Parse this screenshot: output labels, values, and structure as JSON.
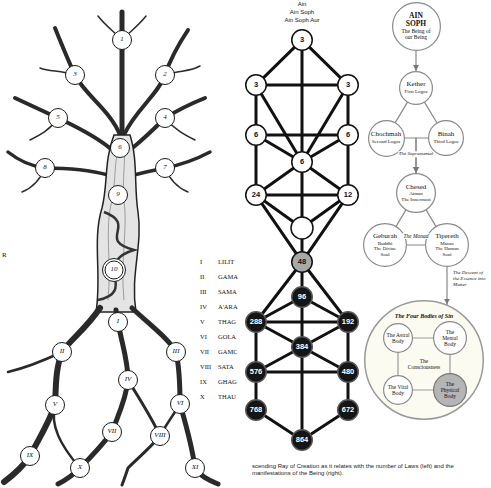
{
  "diagram": {
    "caption": "scending Ray of Creation as it relates with the number of Laws (left) and the manifestations of the Being (right).",
    "nodes": [
      {
        "text": [
          "1"
        ]
      },
      {
        "text": [
          "3"
        ]
      },
      {
        "text": [
          "2"
        ]
      },
      {
        "text": [
          "5"
        ]
      },
      {
        "text": [
          "4"
        ]
      },
      {
        "text": [
          "6"
        ]
      },
      {
        "text": [
          "8"
        ]
      },
      {
        "text": [
          "7"
        ]
      },
      {
        "text": [
          "9"
        ]
      },
      {
        "text": [
          "10"
        ]
      },
      {
        "text": [
          "I"
        ]
      },
      {
        "text": [
          "II"
        ]
      },
      {
        "text": [
          "III"
        ]
      },
      {
        "text": [
          "IV"
        ]
      },
      {
        "text": [
          "V"
        ]
      },
      {
        "text": [
          "VI"
        ]
      },
      {
        "text": [
          "VII"
        ]
      },
      {
        "text": [
          "VIII"
        ]
      },
      {
        "text": [
          "IX"
        ]
      },
      {
        "text": [
          "X"
        ]
      },
      {
        "text": [
          "XI"
        ]
      },
      {
        "text": [
          "3"
        ]
      },
      {
        "text": [
          "3"
        ]
      },
      {
        "text": [
          "3"
        ]
      },
      {
        "text": [
          "6"
        ]
      },
      {
        "text": [
          "6"
        ]
      },
      {
        "text": [
          "6"
        ]
      },
      {
        "text": [
          "24"
        ]
      },
      {
        "text": [
          "12"
        ]
      },
      {
        "text": [
          "48"
        ]
      },
      {
        "text": [
          "96"
        ]
      },
      {
        "text": [
          "288"
        ]
      },
      {
        "text": [
          "192"
        ]
      },
      {
        "text": [
          "384"
        ]
      },
      {
        "text": [
          "576"
        ]
      },
      {
        "text": [
          "480"
        ]
      },
      {
        "text": [
          "768"
        ]
      },
      {
        "text": [
          "672"
        ]
      },
      {
        "text": [
          "864"
        ]
      },
      {
        "text": [
          "AIN SOPH",
          "The Being of our Being"
        ]
      },
      {
        "text": [
          "Kether",
          "First Logos"
        ]
      },
      {
        "text": [
          "Chochmah",
          "Second Logos"
        ]
      },
      {
        "text": [
          "Binah",
          "Third Logos"
        ]
      },
      {
        "text": [
          "Chesed",
          "Atman",
          "The Innermost"
        ]
      },
      {
        "text": [
          "Geburah",
          "Buddhi",
          "The Divine Soul"
        ]
      },
      {
        "text": [
          "Tipereth",
          "Manas",
          "The Human Soul"
        ]
      },
      {
        "text": [
          "The Four Bodies of Sin",
          "The Consciousness"
        ]
      },
      {
        "text": [
          "The Astral Body"
        ],
        "in": 46
      },
      {
        "text": [
          "The Mental Body"
        ],
        "in": 46
      },
      {
        "text": [
          "The Vital Body"
        ],
        "in": 46
      },
      {
        "text": [
          "The Physical Body"
        ],
        "in": 46
      }
    ],
    "edges": [
      {
        "from": 21,
        "to": 22,
        "arrow": "none"
      },
      {
        "from": 21,
        "to": 23,
        "arrow": "none"
      },
      {
        "from": 22,
        "to": 23,
        "arrow": "none"
      },
      {
        "from": 21,
        "to": 26,
        "arrow": "none"
      },
      {
        "from": 22,
        "to": 24,
        "arrow": "none"
      },
      {
        "from": 23,
        "to": 25,
        "arrow": "none"
      },
      {
        "from": 22,
        "to": 26,
        "arrow": "none"
      },
      {
        "from": 23,
        "to": 26,
        "arrow": "none"
      },
      {
        "from": 24,
        "to": 25,
        "arrow": "none"
      },
      {
        "from": 24,
        "to": 26,
        "arrow": "none"
      },
      {
        "from": 25,
        "to": 26,
        "arrow": "none"
      },
      {
        "from": 24,
        "to": 27,
        "arrow": "none"
      },
      {
        "from": 25,
        "to": 28,
        "arrow": "none"
      },
      {
        "from": 26,
        "to": 27,
        "arrow": "none"
      },
      {
        "from": 26,
        "to": 28,
        "arrow": "none"
      },
      {
        "from": 27,
        "to": 28,
        "arrow": "none"
      },
      {
        "from": 27,
        "to": 29,
        "arrow": "none"
      },
      {
        "from": 28,
        "to": 29,
        "arrow": "none"
      },
      {
        "from": 29,
        "to": 30,
        "arrow": "none"
      },
      {
        "from": 29,
        "to": 31,
        "arrow": "none"
      },
      {
        "from": 29,
        "to": 32,
        "arrow": "none"
      },
      {
        "from": 30,
        "to": 31,
        "arrow": "none"
      },
      {
        "from": 30,
        "to": 32,
        "arrow": "none"
      },
      {
        "from": 31,
        "to": 32,
        "arrow": "none"
      },
      {
        "from": 30,
        "to": 33,
        "arrow": "none"
      },
      {
        "from": 31,
        "to": 33,
        "arrow": "none"
      },
      {
        "from": 32,
        "to": 33,
        "arrow": "none"
      },
      {
        "from": 31,
        "to": 34,
        "arrow": "none"
      },
      {
        "from": 32,
        "to": 35,
        "arrow": "none"
      },
      {
        "from": 33,
        "to": 34,
        "arrow": "none"
      },
      {
        "from": 33,
        "to": 35,
        "arrow": "none"
      },
      {
        "from": 34,
        "to": 35,
        "arrow": "none"
      },
      {
        "from": 34,
        "to": 36,
        "arrow": "none"
      },
      {
        "from": 35,
        "to": 37,
        "arrow": "none"
      },
      {
        "from": 33,
        "to": 38,
        "arrow": "none"
      },
      {
        "from": 36,
        "to": 38,
        "arrow": "none"
      },
      {
        "from": 37,
        "to": 38,
        "arrow": "none"
      },
      {
        "from": 39,
        "to": 40,
        "arrow": "to"
      },
      {
        "from": 40,
        "to": 41,
        "arrow": "none"
      },
      {
        "from": 40,
        "to": 42,
        "arrow": "none"
      },
      {
        "from": 41,
        "to": 43,
        "arrow": "to"
      },
      {
        "from": 42,
        "to": 43,
        "arrow": "to"
      },
      {
        "from": 43,
        "to": 44,
        "arrow": "none"
      },
      {
        "from": 43,
        "to": 45,
        "arrow": "none"
      },
      {
        "from": 44,
        "to": 45,
        "arrow": "none"
      },
      {
        "from": 45,
        "to": 46,
        "arrow": "to",
        "label": "The Descent of the Essence into Matter"
      },
      {
        "from": 47,
        "to": 48,
        "arrow": "none"
      },
      {
        "from": 48,
        "to": 50,
        "arrow": "none"
      },
      {
        "from": 50,
        "to": 49,
        "arrow": "none"
      },
      {
        "from": 49,
        "to": 47,
        "arrow": "none"
      }
    ],
    "labels": [
      "R",
      "I",
      "LILIT",
      "II",
      "GAMA",
      "III",
      "SAMA",
      "IV",
      "A'ARA",
      "V",
      "THAG",
      "VI",
      "GOLA",
      "VII",
      "GAMC",
      "VIII",
      "SATA",
      "IX",
      "GHAG",
      "X",
      "THAU",
      "Ain",
      "Ain Soph",
      "Ain Soph Aur",
      "The Supramental",
      "The Monad"
    ]
  }
}
